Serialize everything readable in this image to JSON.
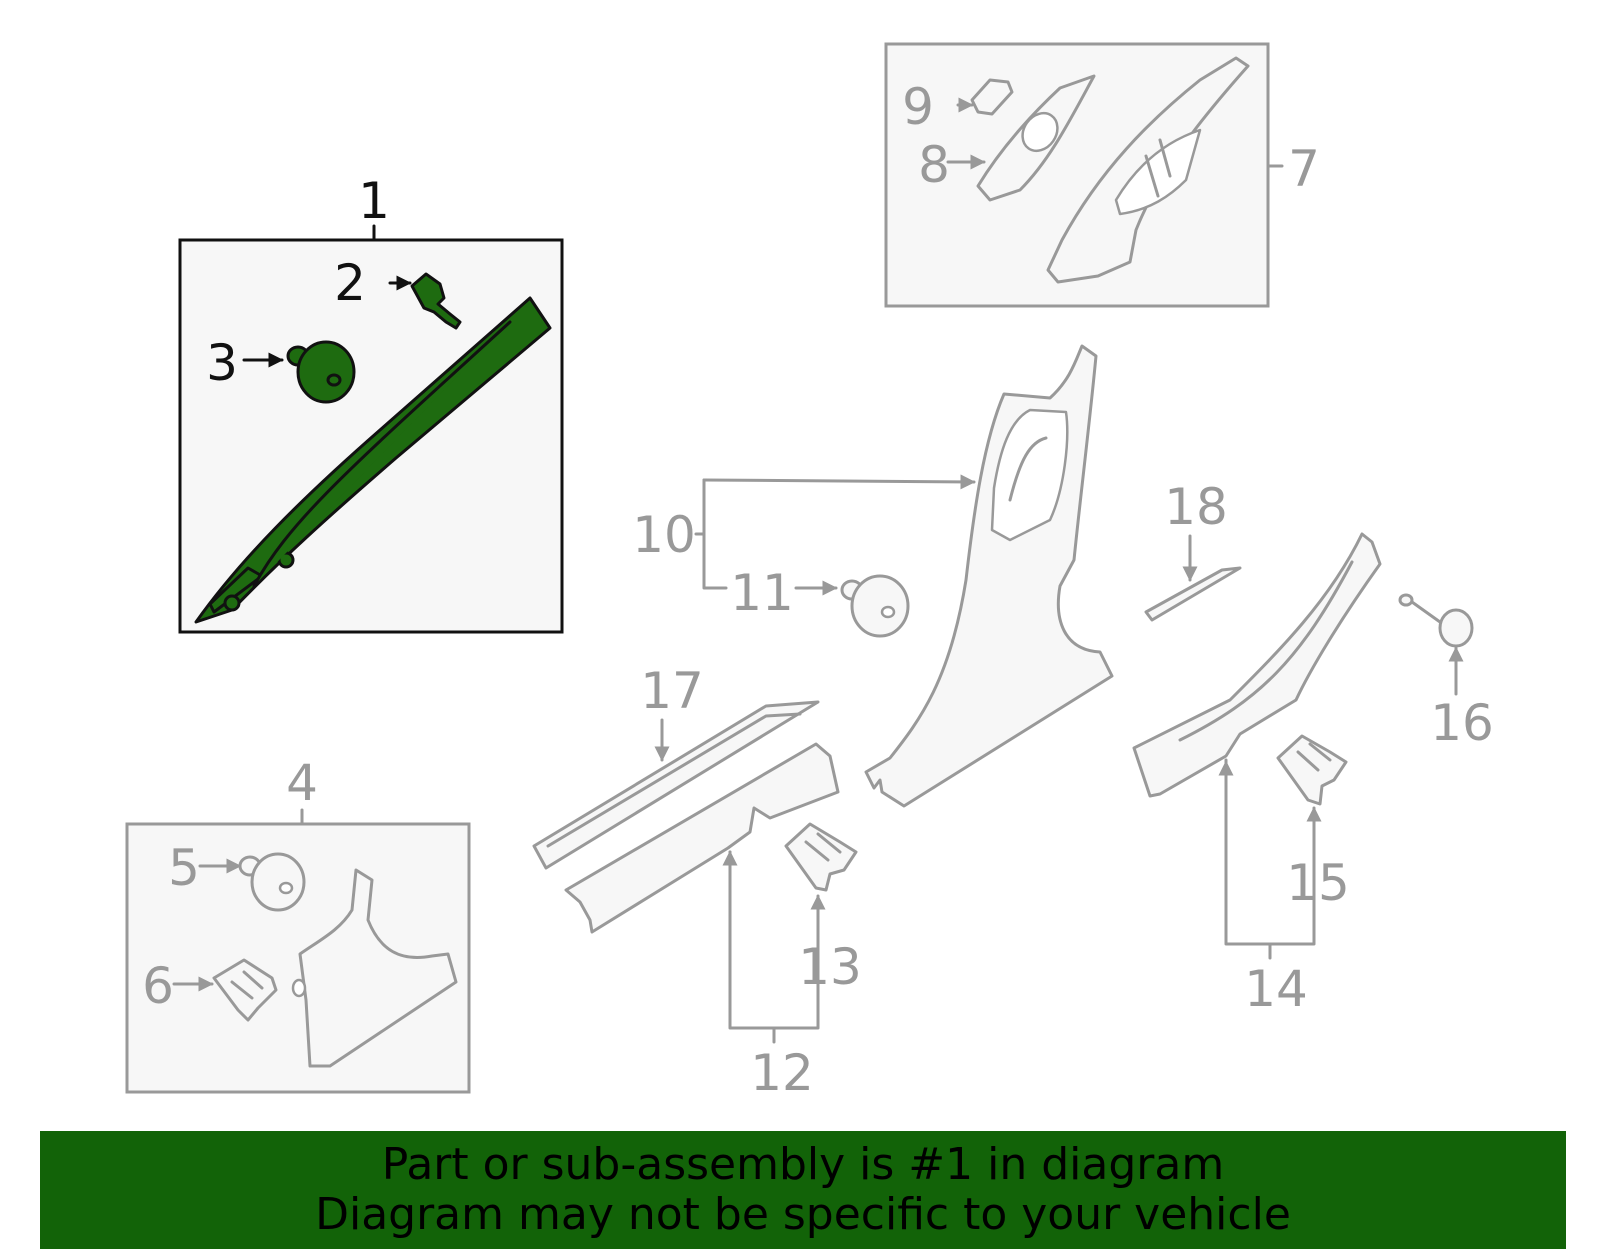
{
  "diagram": {
    "callouts": [
      "1",
      "2",
      "3",
      "4",
      "5",
      "6",
      "7",
      "8",
      "9",
      "10",
      "11",
      "12",
      "13",
      "14",
      "15",
      "16",
      "17",
      "18"
    ],
    "highlight_color": "#1e6b10",
    "line_color": "#999999"
  },
  "banner": {
    "line1": "Part or sub-assembly is #1 in diagram",
    "line2": "Diagram may not be specific to your vehicle",
    "background": "#126308"
  }
}
